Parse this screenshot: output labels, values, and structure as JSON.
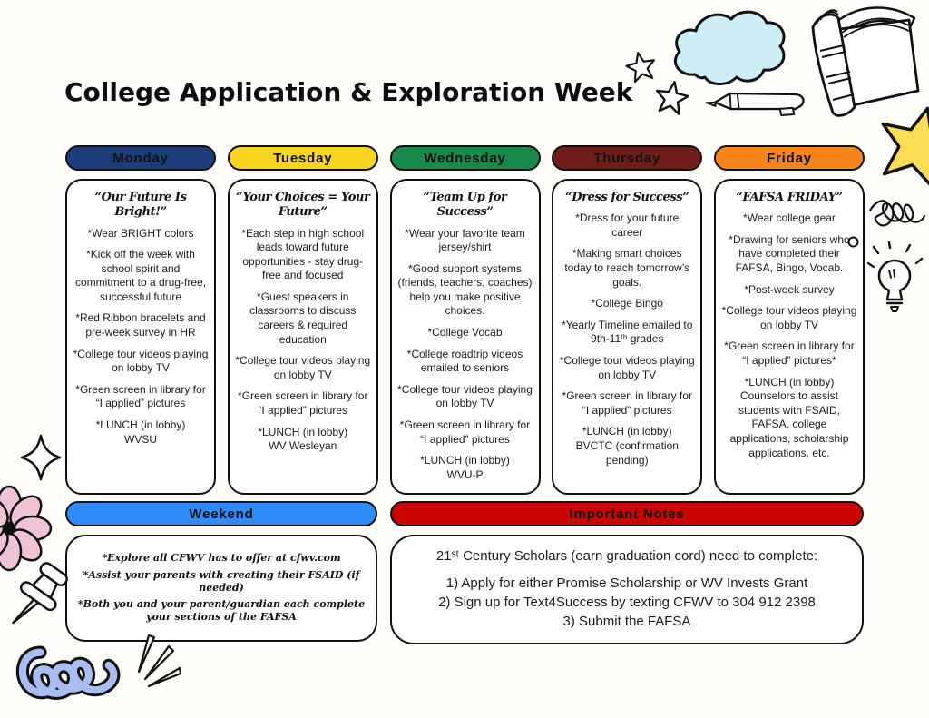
{
  "title": "College Application & Exploration Week",
  "colors": {
    "monday": "#1c3d7c",
    "tuesday": "#f8d320",
    "wednesday": "#18894a",
    "thursday": "#701d18",
    "friday": "#f6841d",
    "weekend": "#2e8bf7",
    "notes": "#cb0404",
    "cloud": "#cdeef6",
    "big_star": "#fcdd55",
    "flower": "#efc3d6",
    "scribble": "#a9bdf2"
  },
  "days": [
    {
      "label": "Monday",
      "color": "#1c3d7c",
      "card_title": "“Our Future Is Bright!”",
      "items": [
        "*Wear BRIGHT colors",
        "*Kick off the week with school spirit and commitment to a drug-free, successful future",
        "*Red Ribbon bracelets and pre-week survey in HR",
        "*College tour videos playing on lobby TV",
        "*Green screen in library for “I applied” pictures",
        "*LUNCH (in lobby)\nWVSU"
      ]
    },
    {
      "label": "Tuesday",
      "color": "#f8d320",
      "card_title": "“Your Choices = Your Future”",
      "items": [
        "*Each step in high school leads toward future opportunities - stay drug-free and focused",
        "*Guest speakers in classrooms to discuss careers & required education",
        "*College tour videos playing on lobby TV",
        "*Green screen in library for “I applied” pictures",
        "*LUNCH (in lobby)\nWV Wesleyan"
      ]
    },
    {
      "label": "Wednesday",
      "color": "#18894a",
      "card_title": "“Team Up for Success”",
      "items": [
        "*Wear your favorite team jersey/shirt",
        "*Good support systems (friends, teachers, coaches) help you make positive choices.",
        "*College Vocab",
        "*College roadtrip videos emailed to seniors",
        "*College tour videos playing on lobby TV",
        "*Green screen in library for “I applied” pictures",
        "*LUNCH (in lobby)\nWVU-P"
      ]
    },
    {
      "label": "Thursday",
      "color": "#701d18",
      "card_title": "“Dress for Success”",
      "items": [
        "*Dress for your future career",
        "*Making smart choices today to reach tomorrow’s goals.",
        "*College Bingo",
        "*Yearly Timeline emailed to 9th-11ᵗʰ grades",
        "*College tour videos playing on lobby TV",
        "*Green screen in library for “I applied” pictures",
        "*LUNCH (in lobby)\nBVCTC (confirmation pending)"
      ]
    },
    {
      "label": "Friday",
      "color": "#f6841d",
      "card_title": "“FAFSA FRIDAY”",
      "items": [
        "*Wear college gear",
        "*Drawing for seniors who have completed their FAFSA, Bingo, Vocab.",
        "*Post-week survey",
        "*College tour videos playing on lobby TV",
        "*Green screen in library for “I applied” pictures*",
        "*LUNCH (in lobby)\nCounselors to assist students with FSAID, FAFSA, college applications, scholarship applications, etc."
      ]
    }
  ],
  "weekend": {
    "label": "Weekend",
    "color": "#2e8bf7",
    "items": [
      "*Explore all CFWV has to offer at cfwv.com",
      "*Assist your parents with creating their FSAID (if needed)",
      "*Both you and your parent/guardian each complete your sections of the FAFSA"
    ]
  },
  "notes": {
    "label": "Important Notes",
    "color": "#cb0404",
    "intro": "21ˢᵗ Century Scholars (earn graduation cord) need to complete:",
    "steps": [
      "1) Apply for either Promise Scholarship or WV Invests Grant",
      "2)  Sign up for Text4Success by texting CFWV to 304 912 2398",
      "3) Submit the FAFSA"
    ]
  }
}
